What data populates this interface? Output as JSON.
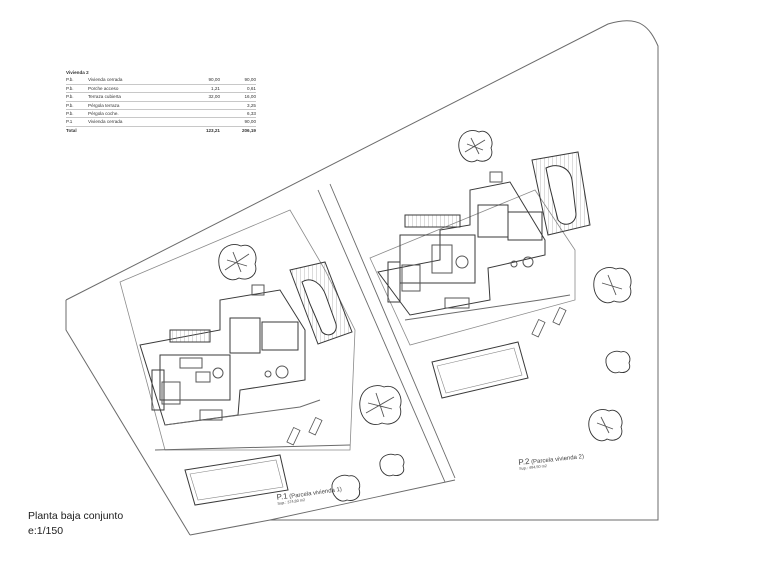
{
  "table": {
    "title": "Vivienda 2",
    "rows": [
      {
        "code": "P.b.",
        "name": "Vivienda cerrada",
        "a": "90,00",
        "b": "90,00"
      },
      {
        "code": "P.b.",
        "name": "Porche acceso",
        "a": "1,21",
        "b": "0,61"
      },
      {
        "code": "P.b.",
        "name": "Terraza cubierta",
        "a": "32,00",
        "b": "16,00"
      },
      {
        "code": "P.b.",
        "name": "Pérgola terraza",
        "a": "",
        "b": "3,25"
      },
      {
        "code": "P.b.",
        "name": "Pérgola coche.",
        "a": "",
        "b": "6,33"
      },
      {
        "code": "P.1",
        "name": "Vivienda cerrada",
        "a": "",
        "b": "90,00"
      }
    ],
    "total": {
      "code": "Total",
      "name": "",
      "a": "123,21",
      "b": "206,19"
    }
  },
  "parcels": [
    {
      "label": "P.1",
      "note": "(Parcela vivienda 1)",
      "sub": "Sup.: 374,80 m2"
    },
    {
      "label": "P.2",
      "note": "(Parcela vivienda 2)",
      "sub": "Sup.: 484,50 m2"
    }
  ],
  "caption": {
    "title": "Planta baja conjunto",
    "scale": "e:1/150"
  },
  "colors": {
    "line": "#6b6b6b",
    "wall": "#3a3a3a",
    "paper": "#ffffff"
  }
}
